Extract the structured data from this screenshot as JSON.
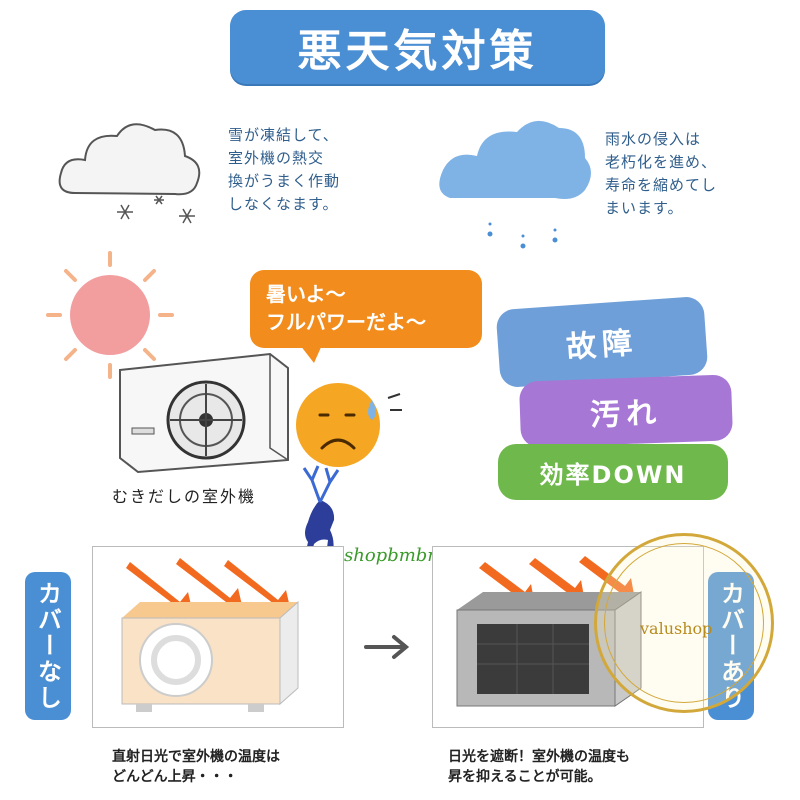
{
  "title": "悪天気対策",
  "notes": {
    "snow": "雪が凍結して、\n室外機の熱交\n換がうまく作動\nしなくなます。",
    "rain": "雨水の侵入は\n老朽化を進め、\n寿命を縮めてし\nまいます。"
  },
  "bubble": "暑いよ～\nフルパワーだよ～",
  "labels": {
    "failure": "故障",
    "dirt": "汚れ",
    "efficiency": "効率DOWN"
  },
  "caption_ac": "むきだしの室外機",
  "compare": {
    "left_label": "カバーなし",
    "right_label": "カバーあり",
    "left_caption": "直射日光で室外機の温度は\nどんどん上昇・・・",
    "right_caption": "日光を遮断！室外機の温度も\n昇を抑えることが可能。"
  },
  "watermark": "shopbmbma",
  "stamp": "valushop",
  "colors": {
    "title_bg": "#4a8fd4",
    "bubble": "#f28c1c",
    "failure": "#6f9fd8",
    "dirt": "#a777d6",
    "efficiency": "#6fb84c"
  }
}
